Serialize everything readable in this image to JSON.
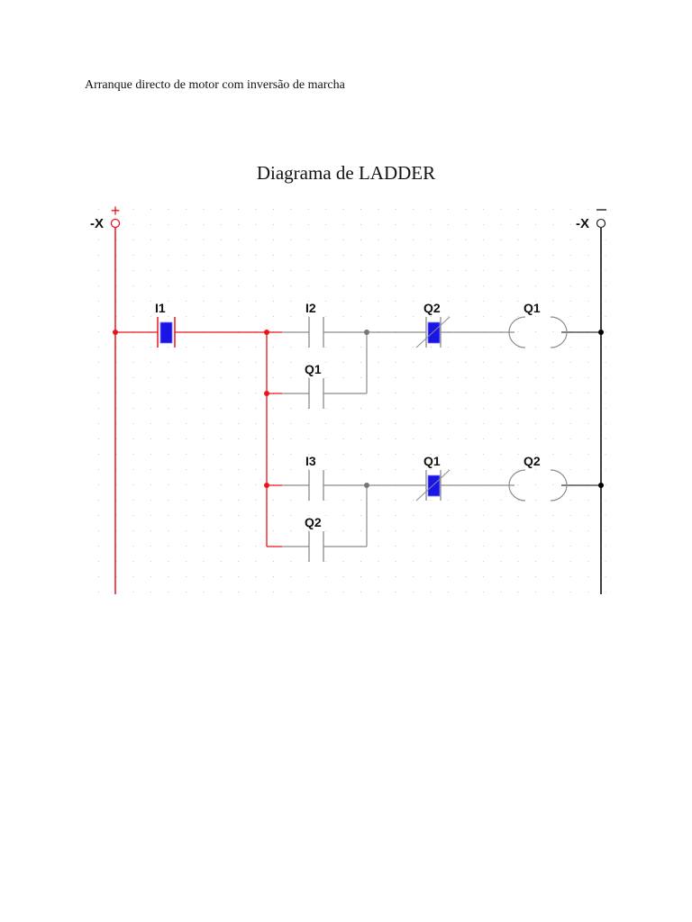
{
  "document": {
    "heading": "Arranque directo de motor com inversão de marcha"
  },
  "diagram": {
    "title": "Diagrama de LADDER",
    "colors": {
      "energized": "#e8151b",
      "wire": "#8c8c8c",
      "rail_negative": "#000000",
      "contact_fill": "#1a14e6",
      "grid_dot": "#c8c8c8"
    },
    "rails": {
      "left": {
        "terminal_label": "-X",
        "polarity_symbol": "+"
      },
      "right": {
        "terminal_label": "-X",
        "polarity_symbol": "—"
      }
    },
    "rungs": [
      {
        "elements": [
          {
            "type": "NO-contact",
            "label": "I1",
            "state": "closed-energized"
          },
          {
            "type": "NO-contact",
            "label": "I2",
            "state": "open"
          },
          {
            "type": "NO-contact",
            "label": "Q1",
            "state": "open",
            "branch": "parallel-to-I2"
          },
          {
            "type": "NC-contact",
            "label": "Q2",
            "state": "closed"
          },
          {
            "type": "coil",
            "label": "Q1"
          }
        ]
      },
      {
        "elements": [
          {
            "type": "NO-contact",
            "label": "I3",
            "state": "open"
          },
          {
            "type": "NO-contact",
            "label": "Q2",
            "state": "open",
            "branch": "parallel-to-I3"
          },
          {
            "type": "NC-contact",
            "label": "Q1",
            "state": "closed"
          },
          {
            "type": "coil",
            "label": "Q2"
          }
        ]
      }
    ]
  }
}
